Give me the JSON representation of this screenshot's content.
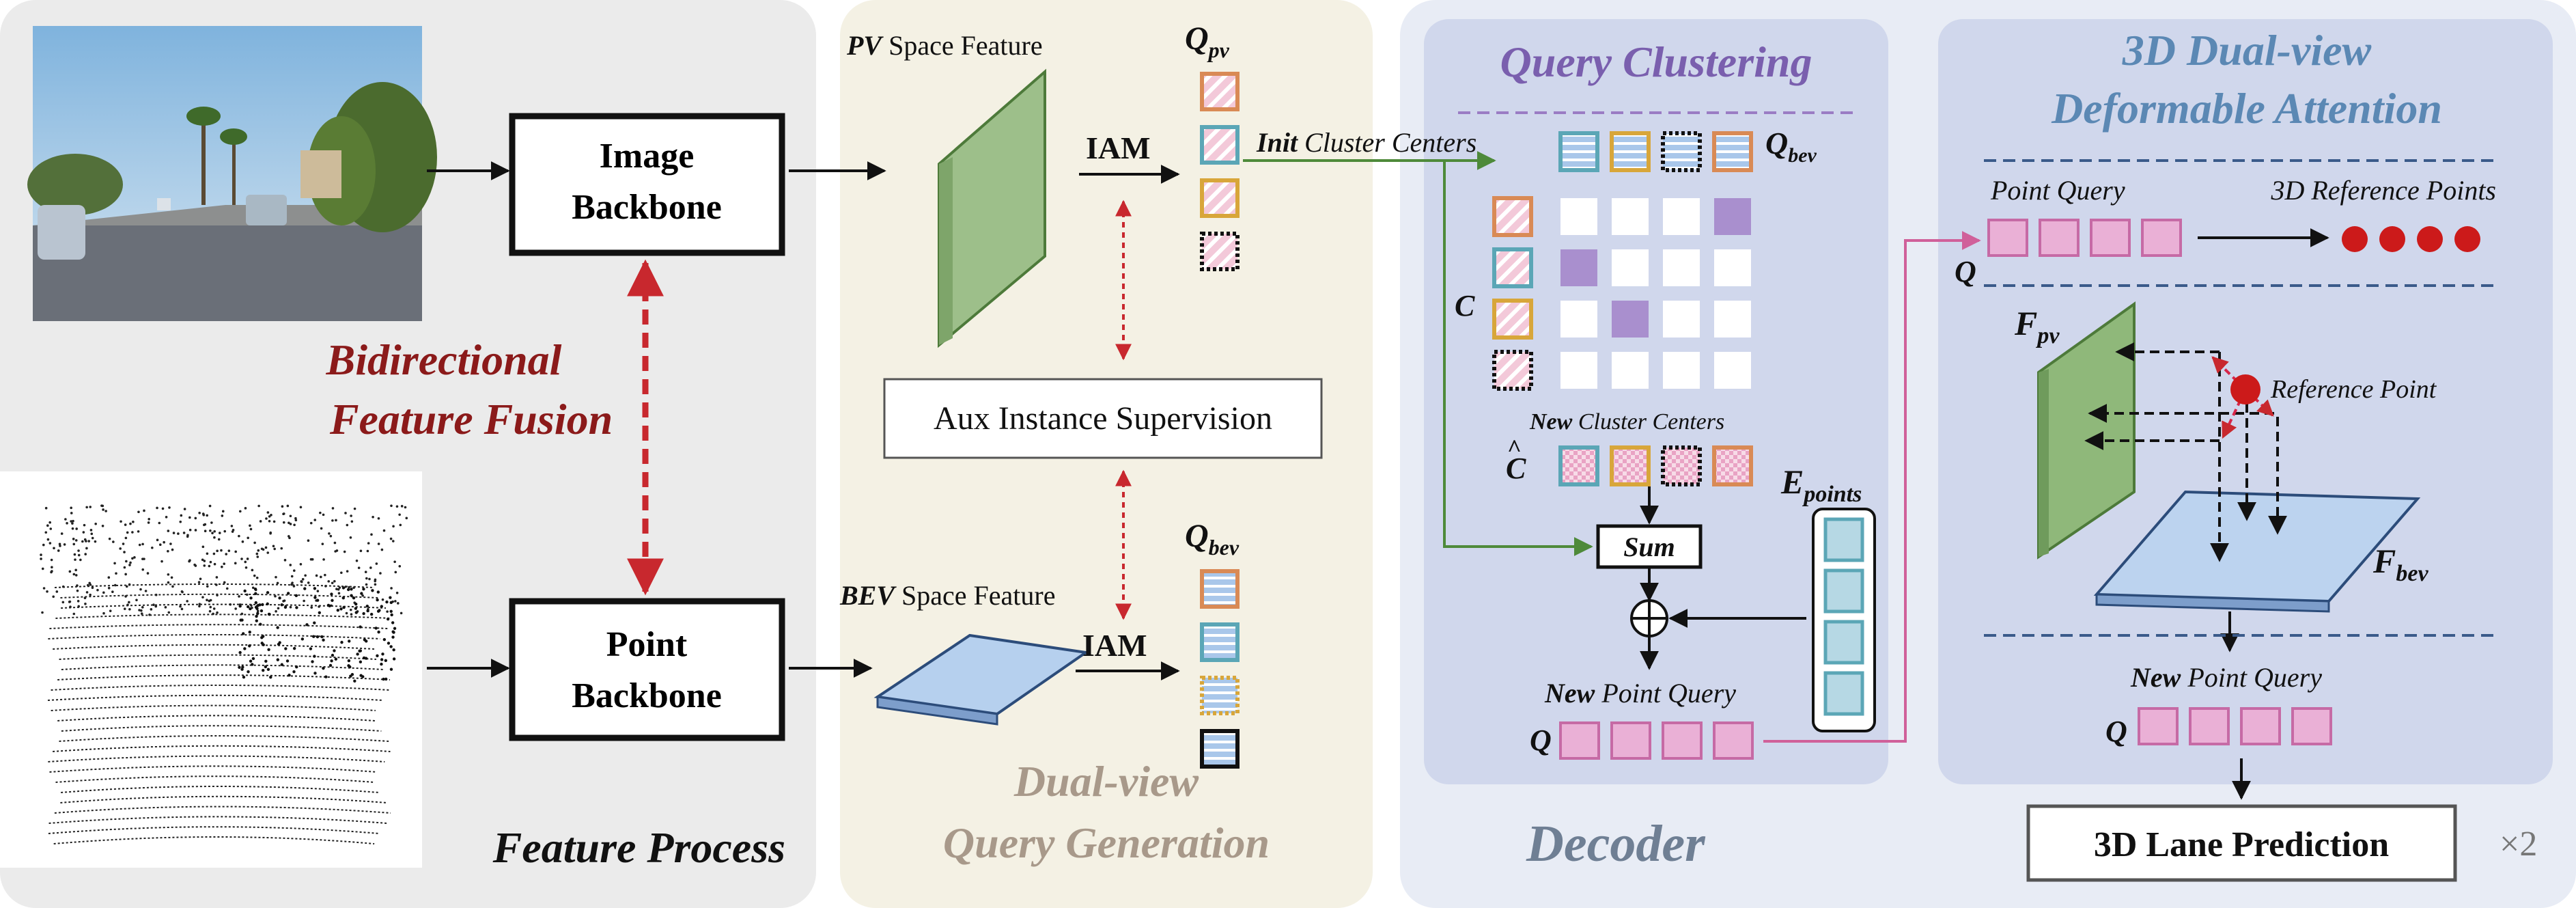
{
  "feature_process": {
    "title": "Feature Process",
    "image_backbone": [
      "Image",
      "Backbone"
    ],
    "point_backbone": [
      "Point",
      "Backbone"
    ],
    "fusion_label": [
      "Bidirectional",
      "Feature Fusion"
    ]
  },
  "query_generation": {
    "title": [
      "Dual-view",
      "Query Generation"
    ],
    "pv_feature": {
      "prefix": "PV",
      "rest": " Space Feature"
    },
    "bev_feature": {
      "prefix": "BEV",
      "rest": " Space Feature"
    },
    "iam_label": "IAM",
    "aux_supervision": "Aux Instance Supervision",
    "q_pv": {
      "base": "Q",
      "sub": "pv"
    },
    "q_bev": {
      "base": "Q",
      "sub": "bev"
    }
  },
  "decoder": {
    "title": "Decoder",
    "clustering_title": "Query Clustering",
    "init_centers": {
      "prefix": "Init",
      "rest": " Cluster Centers"
    },
    "new_centers": {
      "prefix": "New",
      "rest": " Cluster Centers"
    },
    "c_label": "C",
    "c_hat_label": "C",
    "sum_label": "Sum",
    "e_points": {
      "base": "E",
      "sub": "points"
    },
    "new_point_query": {
      "prefix": "New",
      "rest": " Point Query"
    },
    "q_label": "Q",
    "q_bev": {
      "base": "Q",
      "sub": "bev"
    }
  },
  "attention": {
    "title": [
      "3D Dual-view",
      "Deformable Attention"
    ],
    "point_query": "Point Query",
    "ref_points_3d": "3D Reference Points",
    "reference_point": "Reference Point",
    "f_pv": {
      "base": "F",
      "sub": "pv"
    },
    "f_bev": {
      "base": "F",
      "sub": "bev"
    },
    "new_point_query": {
      "prefix": "New",
      "rest": " Point Query"
    },
    "q_label": "Q",
    "prediction": "3D Lane Prediction",
    "repeat": "×2"
  },
  "colors": {
    "panel_gray": "#ebebeb",
    "panel_beige": "#f4f1e4",
    "panel_decoder": "#e8ecf5",
    "panel_inner": "#d0d7ec",
    "fusion_red": "#8b1a1a",
    "cluster_purple": "#7a5fae",
    "attention_blue": "#5b88b4",
    "query_pink": "#e8a6d0",
    "pv_green": "#9dbf8a",
    "bev_blue": "#b6d0ee",
    "q_orange": "#d98a55",
    "q_teal": "#5ba6b6",
    "q_gold": "#d8a63a"
  }
}
